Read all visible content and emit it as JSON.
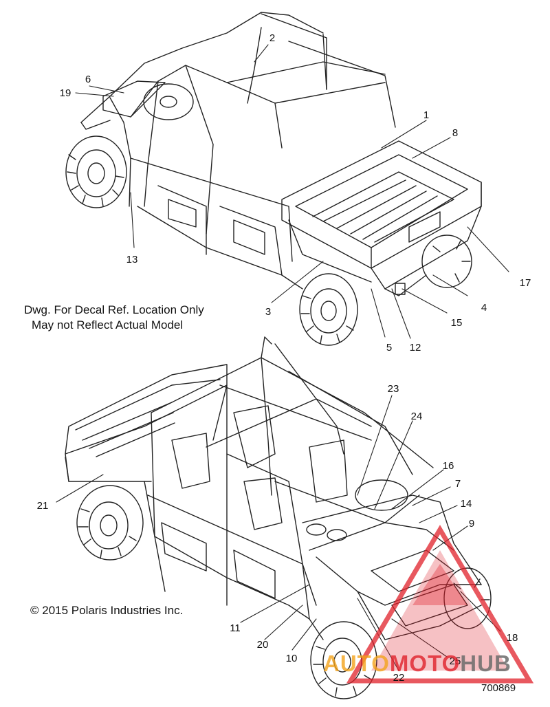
{
  "notes": {
    "line1": "Dwg. For Decal Ref. Location Only",
    "line2": "May not Reflect Actual Model",
    "copyright": "© 2015 Polaris Industries Inc.",
    "drawing_number": "700869"
  },
  "callouts_top": [
    "1",
    "2",
    "3",
    "4",
    "5",
    "6",
    "8",
    "12",
    "13",
    "15",
    "17",
    "19"
  ],
  "callouts_bottom": [
    "7",
    "9",
    "10",
    "11",
    "14",
    "16",
    "18",
    "20",
    "21",
    "22",
    "23",
    "24",
    "25"
  ],
  "watermark": {
    "part1": "AUTO",
    "part2": "MOTO",
    "part3": "HUB",
    "color_orange": "#f2a31b",
    "color_red": "#e0202a",
    "color_grey": "#6b6b6b"
  }
}
